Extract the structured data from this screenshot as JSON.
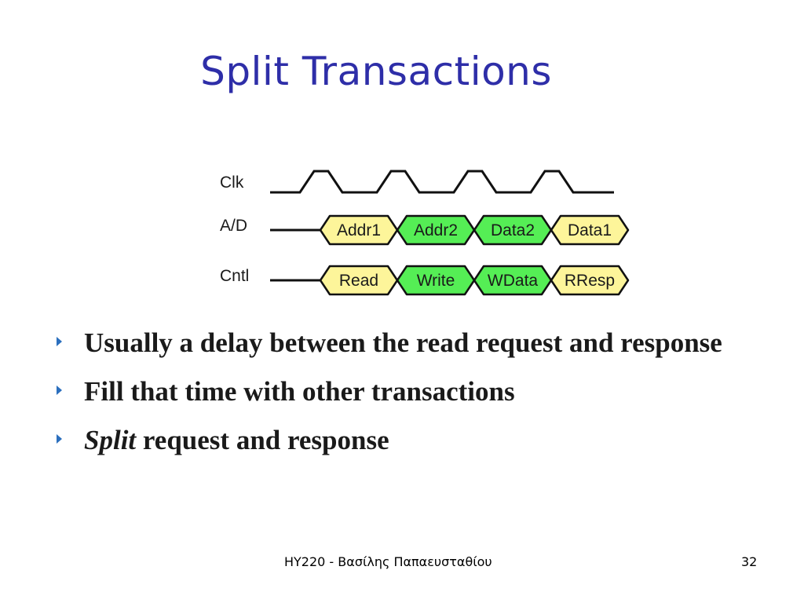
{
  "slide": {
    "title": "Split Transactions",
    "footer": "ΗΥ220 - Βασίλης Παπαευσταθίου",
    "page_number": "32"
  },
  "diagram": {
    "signals": [
      {
        "label": "Clk",
        "type": "clock"
      },
      {
        "label": "A/D",
        "type": "bus",
        "segments": [
          {
            "label": "Addr1",
            "color": "#fdf59a"
          },
          {
            "label": "Addr2",
            "color": "#55ee55"
          },
          {
            "label": "Data2",
            "color": "#55ee55"
          },
          {
            "label": "Data1",
            "color": "#fdf59a"
          }
        ]
      },
      {
        "label": "Cntl",
        "type": "bus",
        "segments": [
          {
            "label": "Read",
            "color": "#fdf59a"
          },
          {
            "label": "Write",
            "color": "#55ee55"
          },
          {
            "label": "WData",
            "color": "#55ee55"
          },
          {
            "label": "RResp",
            "color": "#fdf59a"
          }
        ]
      }
    ]
  },
  "bullets": [
    {
      "parts": [
        {
          "text": "Usually a delay between the read request and response",
          "italic": false
        }
      ]
    },
    {
      "parts": [
        {
          "text": "Fill that time with other transactions",
          "italic": false
        }
      ]
    },
    {
      "parts": [
        {
          "text": "Split",
          "italic": true
        },
        {
          "text": " request and response",
          "italic": false
        }
      ]
    }
  ]
}
